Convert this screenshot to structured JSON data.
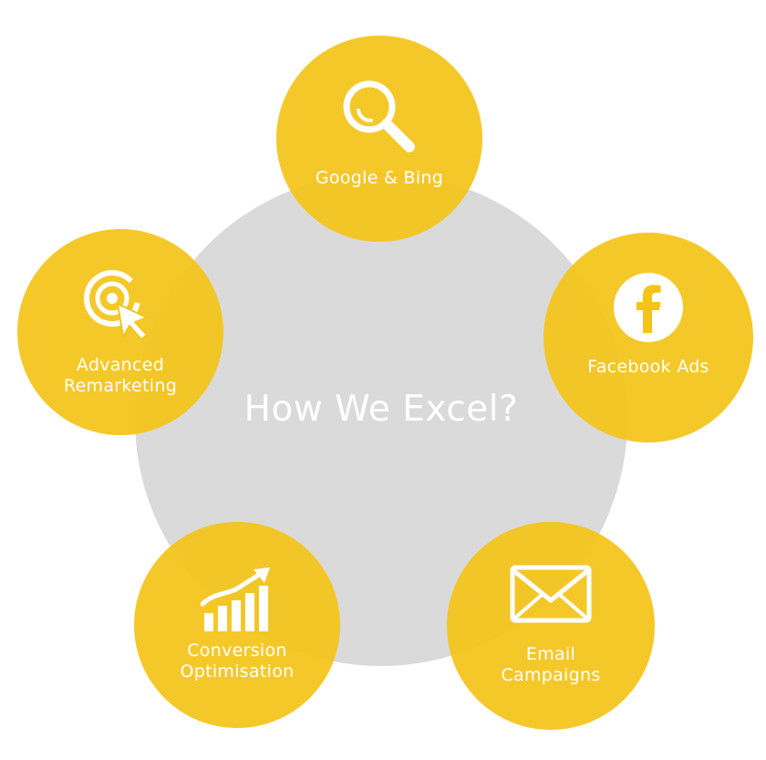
{
  "diagram": {
    "center_title": "How We Excel?",
    "nodes": [
      {
        "id": "google",
        "icon": "search-icon",
        "label_lines": [
          "Google & Bing"
        ]
      },
      {
        "id": "facebook",
        "icon": "facebook-icon",
        "label_lines": [
          "Facebook Ads"
        ]
      },
      {
        "id": "remarketing",
        "icon": "target-cursor-icon",
        "label_lines": [
          "Advanced",
          "Remarketing"
        ]
      },
      {
        "id": "conversion",
        "icon": "growth-chart-icon",
        "label_lines": [
          "Conversion",
          "Optimisation"
        ]
      },
      {
        "id": "email",
        "icon": "envelope-icon",
        "label_lines": [
          "Email",
          "Campaigns"
        ]
      }
    ]
  },
  "colors": {
    "node_fill": "#F4C41A",
    "center_fill": "#DADADA",
    "text": "#FFFFFF"
  }
}
